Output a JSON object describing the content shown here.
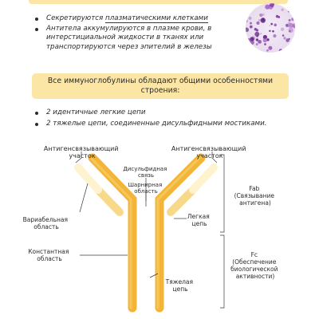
{
  "list1": [
    {
      "pre": "Секретируются ",
      "hl": "плазматическими клетками",
      "post": ""
    },
    {
      "pre": "Антитела аккумулируются в плазме крови, в интерстициальной жидкости в тканях или транспортируются через эпителий в железы",
      "hl": "",
      "post": ""
    }
  ],
  "box": "Все иммуноглобулины обладают общими особенностями строения:",
  "list2": [
    "2 идентичные легкие цепи",
    "2 тяжелые цепи, соединенные дисульфидными мостиками."
  ],
  "diagram": {
    "antigen_left": [
      "Антигенсвязывающий",
      "участок"
    ],
    "antigen_right": [
      "Антигенсвязывающий",
      "участок"
    ],
    "disulfide": [
      "Дисульфидная",
      "связь"
    ],
    "hinge": [
      "Шарнирная",
      "область"
    ],
    "light": [
      "Легкая",
      "цепь"
    ],
    "variable": [
      "Вариабельная",
      "область"
    ],
    "constant": [
      "Константная",
      "область"
    ],
    "heavy": [
      "Тяжелая",
      "цепь"
    ],
    "fab": [
      "Fab",
      "(Связывание",
      "антигена)"
    ],
    "fc": [
      "Fc",
      "(Обеспечение",
      "биологической",
      "активности)"
    ]
  },
  "colors": {
    "heavy": "#f2b53a",
    "light": "#f8d98a",
    "variable": "#fff3cf",
    "box": "#fbe6a6",
    "cells": "#8b3fae"
  },
  "icons": {
    "cells": "plasma-cells-micrograph"
  }
}
